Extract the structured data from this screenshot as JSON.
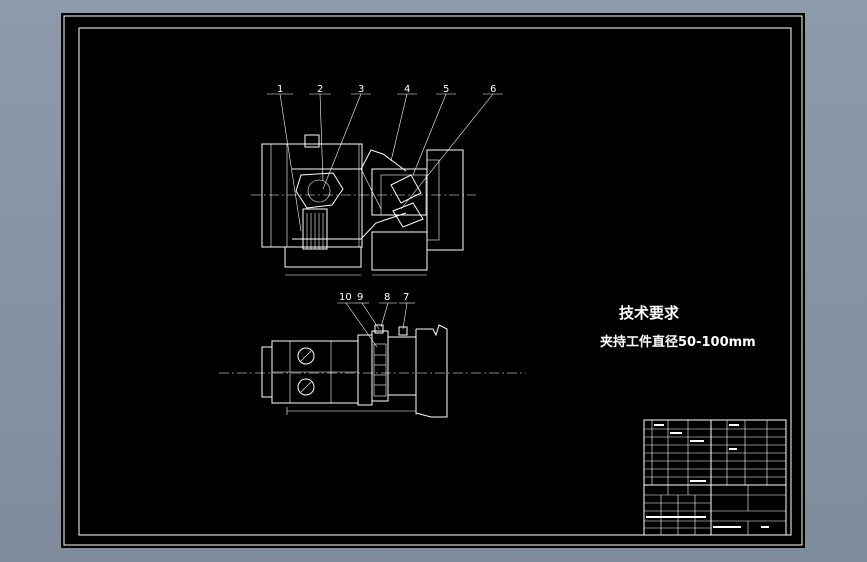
{
  "drawing": {
    "balloons_top": [
      "1",
      "2",
      "3",
      "4",
      "5",
      "6"
    ],
    "balloons_bottom": [
      "10",
      "9",
      "8",
      "7"
    ]
  },
  "tech_notes": {
    "title": "技术要求",
    "line1": "夹持工件直径50-100mm"
  },
  "colors": {
    "background": "#000000",
    "lines": "#ffffff",
    "chrome": "#8d9aaa"
  }
}
